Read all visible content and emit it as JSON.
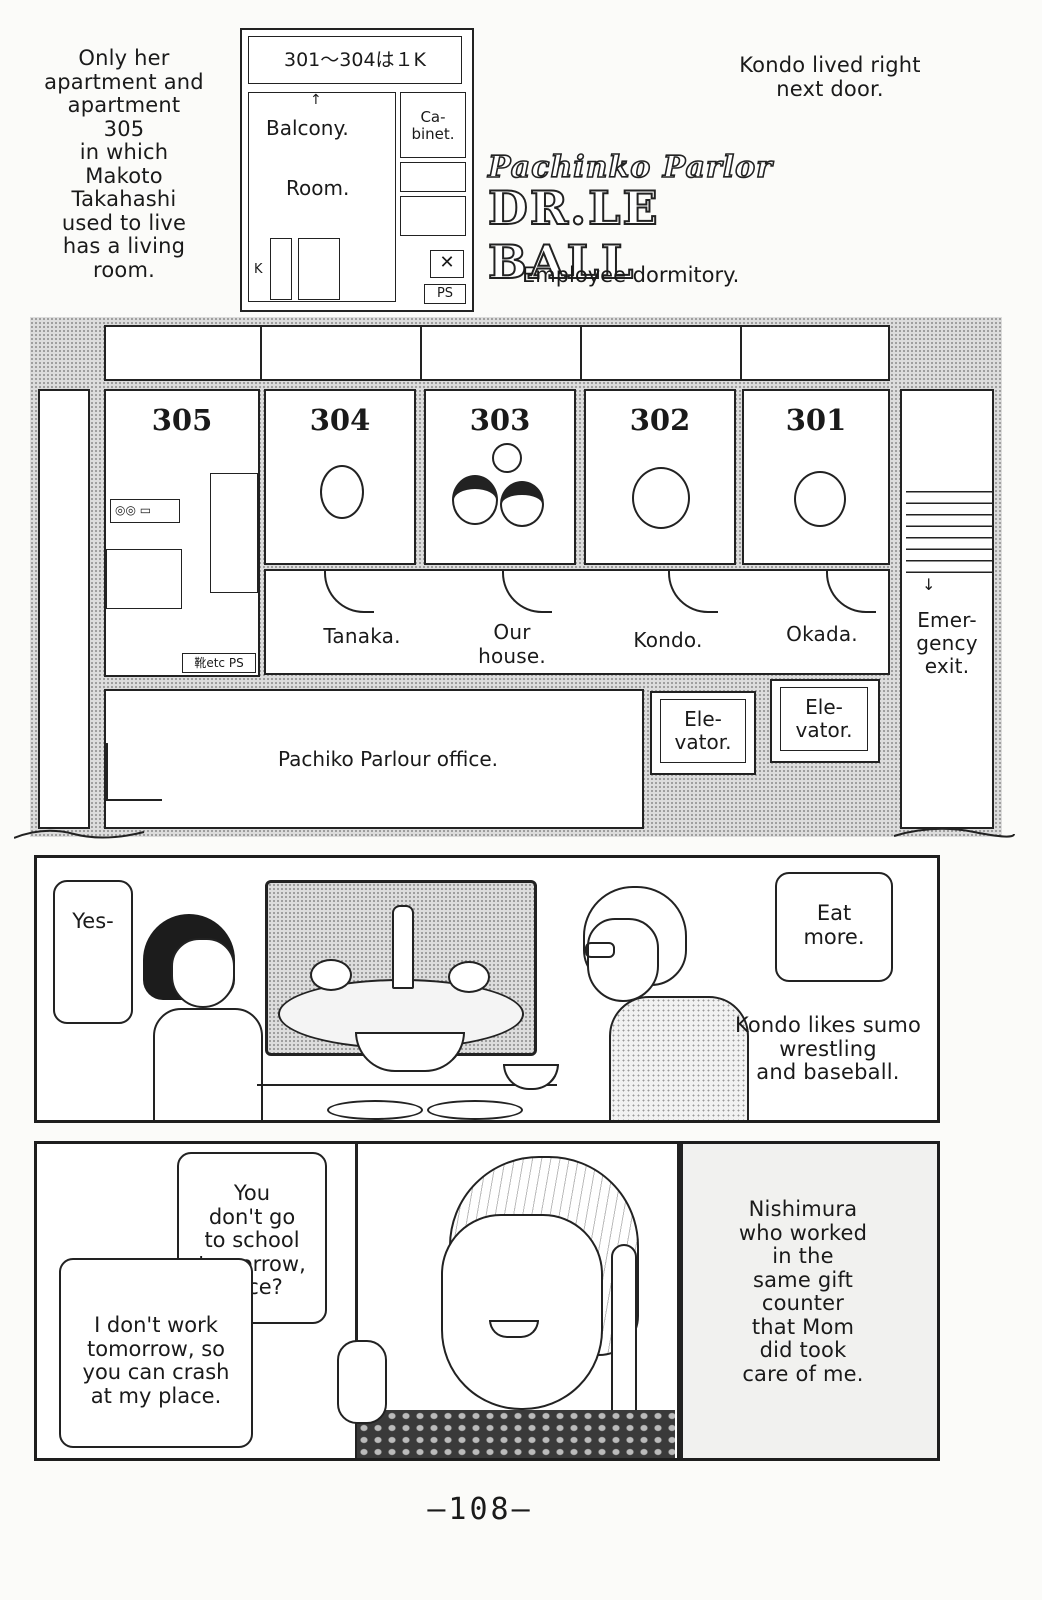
{
  "top_left_note": [
    "Only her",
    "apartment and",
    "apartment",
    "305",
    "in which",
    "Makoto",
    "Takahashi",
    "used to live",
    "has a living",
    "room."
  ],
  "top_right_note": [
    "Kondo lived right",
    "next door."
  ],
  "unit_plan": {
    "header": "301〜304は１K",
    "balcony": "Balcony.",
    "room": "Room.",
    "cabinet": [
      "Ca-",
      "binet."
    ],
    "k": "K",
    "ps": "PS"
  },
  "logo": {
    "line1": "Pachinko Parlor",
    "line2": "DR.LE BALL"
  },
  "dorm_label": "Employee dormitory.",
  "floor_plan": {
    "rooms": [
      "305",
      "304",
      "303",
      "302",
      "301"
    ],
    "residents": [
      "Tanaka.",
      "Our house.",
      "Kondo.",
      "Okada."
    ],
    "emergency_exit": [
      "Emer-",
      "gency",
      "exit."
    ],
    "elevator": [
      "Ele-",
      "vator."
    ],
    "office": "Pachiko Parlour office.",
    "shoe_label": "靴etc",
    "ps": "PS"
  },
  "panel2": {
    "bubble_left": "Yes-",
    "bubble_right": [
      "Eat",
      "more."
    ],
    "caption": [
      "Kondo likes sumo",
      "wrestling",
      "and baseball."
    ]
  },
  "panel3": {
    "bubble_question": [
      "You",
      "don't go",
      "to school",
      "tomorrow,",
      "Alice?"
    ],
    "bubble_offer": [
      "I don't work",
      "tomorrow, so",
      "you can crash",
      "at my place."
    ],
    "caption": [
      "Nishimura",
      "who worked",
      "in the",
      "same gift",
      "counter",
      "that Mom",
      "did took",
      "care of me."
    ]
  },
  "page_number": "—108—"
}
